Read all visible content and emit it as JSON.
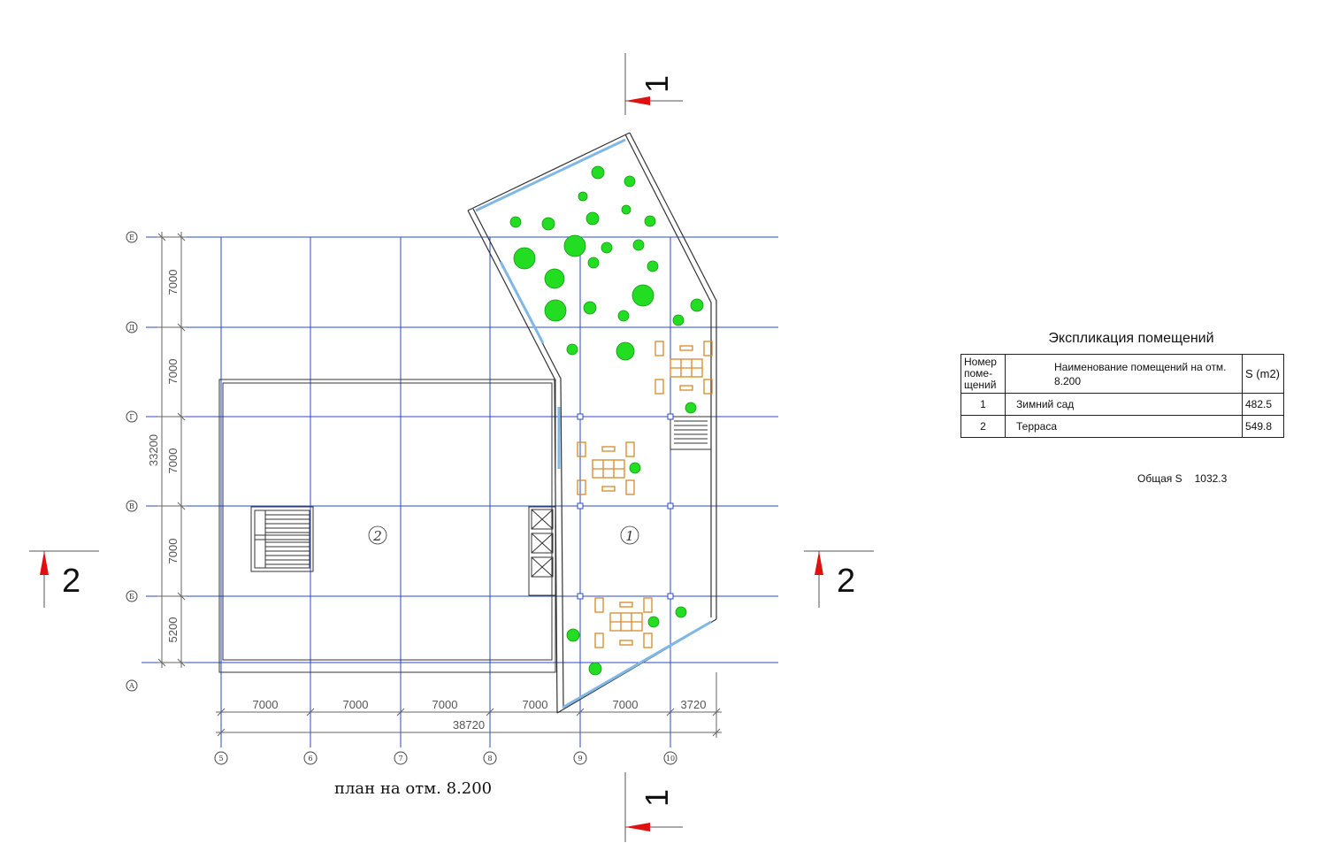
{
  "plan": {
    "caption": "план на отм. 8.200",
    "section_marks": {
      "s1": "1",
      "s2": "2"
    },
    "axes_x": [
      "5",
      "6",
      "7",
      "8",
      "9",
      "10"
    ],
    "axes_y": [
      "Е",
      "Д",
      "Г",
      "В",
      "Б",
      "А"
    ],
    "dims_y": [
      "7000",
      "7000",
      "7000",
      "7000",
      "5200"
    ],
    "dim_total_y": "33200",
    "dims_x": [
      "7000",
      "7000",
      "7000",
      "7000",
      "7000",
      "3720"
    ],
    "dim_total_x": "38720",
    "room_labels": [
      "2",
      "1"
    ]
  },
  "explication": {
    "title": "Экспликация помещений",
    "headers": {
      "number": "Номер поме- щений",
      "name": "Наименование     помещений на отм. 8.200",
      "area": "S (m2)"
    },
    "rows": [
      {
        "num": "1",
        "name": "Зимний сад",
        "area": "482.5"
      },
      {
        "num": "2",
        "name": "Терраса",
        "area": "549.8"
      }
    ],
    "total_label": "Общая S",
    "total_value": "1032.3"
  },
  "colors": {
    "grid": "#2a48c8",
    "wall": "#333333",
    "glass": "#7fb7e6",
    "plant": "#22dd22",
    "furniture": "#d9892a",
    "section_arrow": "#e01010"
  }
}
